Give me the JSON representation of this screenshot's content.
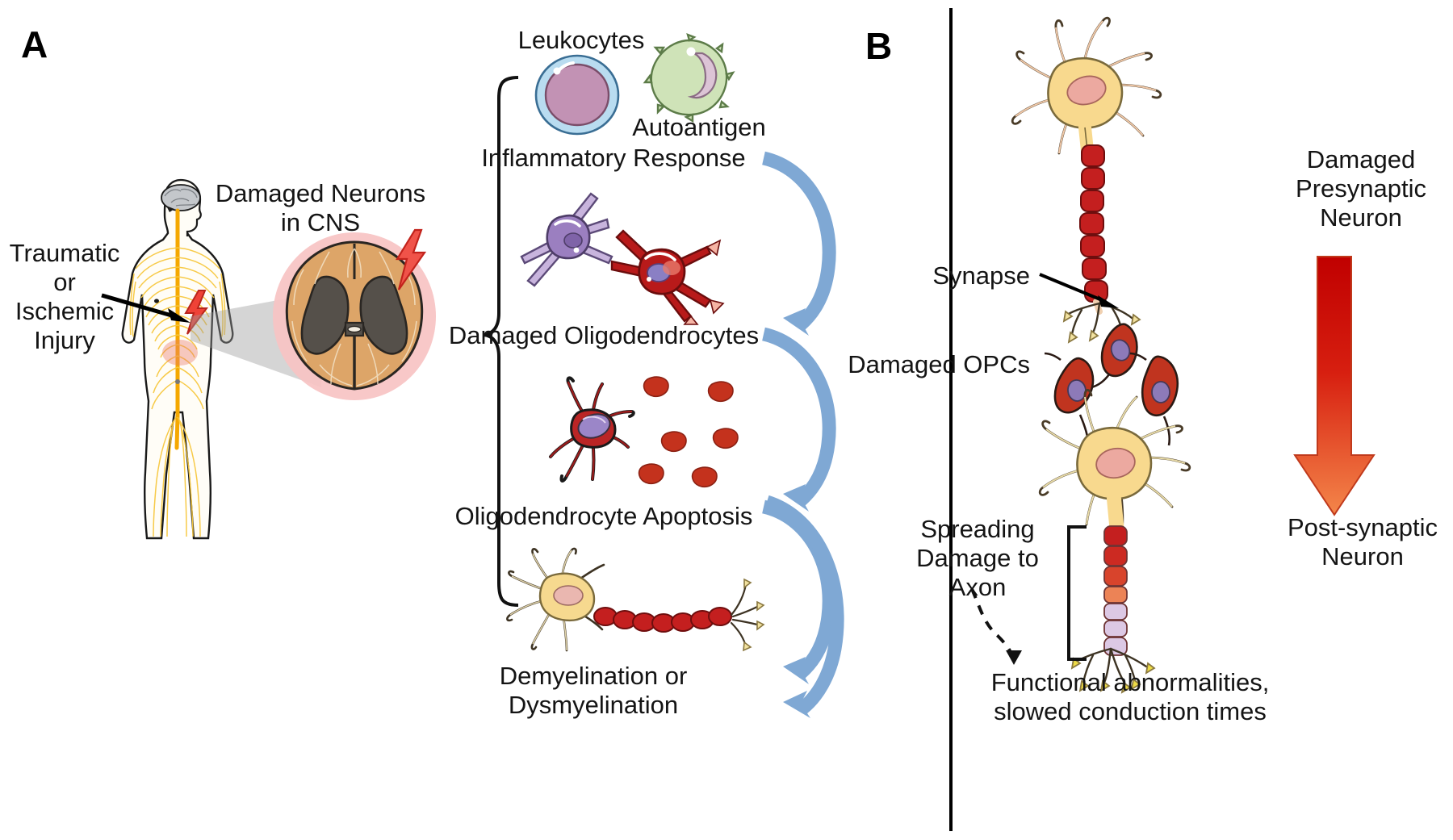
{
  "figure": {
    "title_letters": {
      "panel_a": "A",
      "panel_b": "B"
    },
    "divider_color": "#000000",
    "background": "#ffffff"
  },
  "panel_a": {
    "letter": "A",
    "labels": {
      "injury": "Traumatic\nor\nIschemic\nInjury",
      "cns": "Damaged Neurons\nin CNS",
      "leukocytes": "Leukocytes",
      "autoantigen": "Autoantigen",
      "inflammatory": "Inflammatory Response",
      "damaged_oligo": "Damaged Oligodendrocytes",
      "apoptosis": "Oligodendrocyte Apoptosis",
      "demyelination": "Demyelination or\nDysmyelination"
    },
    "icons": {
      "body": "human-body-nervous-system",
      "brain": "brain",
      "lightning": "lightning-bolt-injury",
      "spinal_cord": "spinal-cord-cross-section",
      "leukocyte_cell": "leukocyte-cell",
      "autoantigen_cell": "autoantigen-cell",
      "oligodendrocyte_healthy": "oligodendrocyte-purple",
      "oligodendrocyte_damaged": "oligodendrocyte-red",
      "apoptotic_oligodendrocyte": "apoptotic-oligodendrocyte",
      "apoptotic_bodies": "apoptotic-bodies",
      "demyelinated_neuron": "demyelinated-neuron",
      "brace": "curly-brace",
      "arrows": "blue-curved-arrow"
    },
    "colors": {
      "nerve_yellow": "#f5b722",
      "brain_gray": "#b9bcc0",
      "lightning_red": "#e8342a",
      "cord_halo": "#f6bfc0",
      "cord_white_matter": "#dfa56a",
      "cord_gray_matter": "#55504a",
      "leukocyte_outer": "#b9dcf0",
      "leukocyte_nucleus": "#c292b4",
      "autoantigen_body": "#cfe3b8",
      "autoantigen_nucleus": "#dcc4d6",
      "oligo_purple": "#9b7fc0",
      "oligo_red": "#b81a1a",
      "apoptotic_body": "#c4321d",
      "myelin_red": "#c41f1f",
      "soma_yellow": "#f6d98f",
      "arrow_blue": "#7fa8d4"
    },
    "arrow_count": 4,
    "apoptotic_body_count": 6
  },
  "panel_b": {
    "letter": "B",
    "labels": {
      "presynaptic": "Damaged\nPresynaptic\nNeuron",
      "postsynaptic": "Post-synaptic\nNeuron",
      "synapse": "Synapse",
      "opcs": "Damaged OPCs",
      "spreading": "Spreading\nDamage to Axon",
      "functional": "Functional abnormalities,\nslowed conduction times"
    },
    "icons": {
      "presynaptic_neuron": "presynaptic-neuron",
      "postsynaptic_neuron": "postsynaptic-neuron",
      "opc_cell": "opc-cell",
      "gradient_arrow": "red-gradient-down-arrow",
      "synapse_pointer": "synapse-arrow",
      "axon_bracket": "axon-bracket",
      "dashed_arrow": "dashed-curved-arrow"
    },
    "colors": {
      "arrow_top": "#cc0000",
      "arrow_bottom": "#f07a3a",
      "myelin_damaged": "#c41f1f",
      "myelin_healthy": "#dcc8e4",
      "opc_body": "#c0341f",
      "opc_nucleus": "#8d7ab8",
      "soma_yellow": "#f6d98f",
      "terminal_yellow": "#e9d44b"
    },
    "opc_count": 3,
    "axon_segments_damaged": 9,
    "axon_segments_healthy": 5
  }
}
